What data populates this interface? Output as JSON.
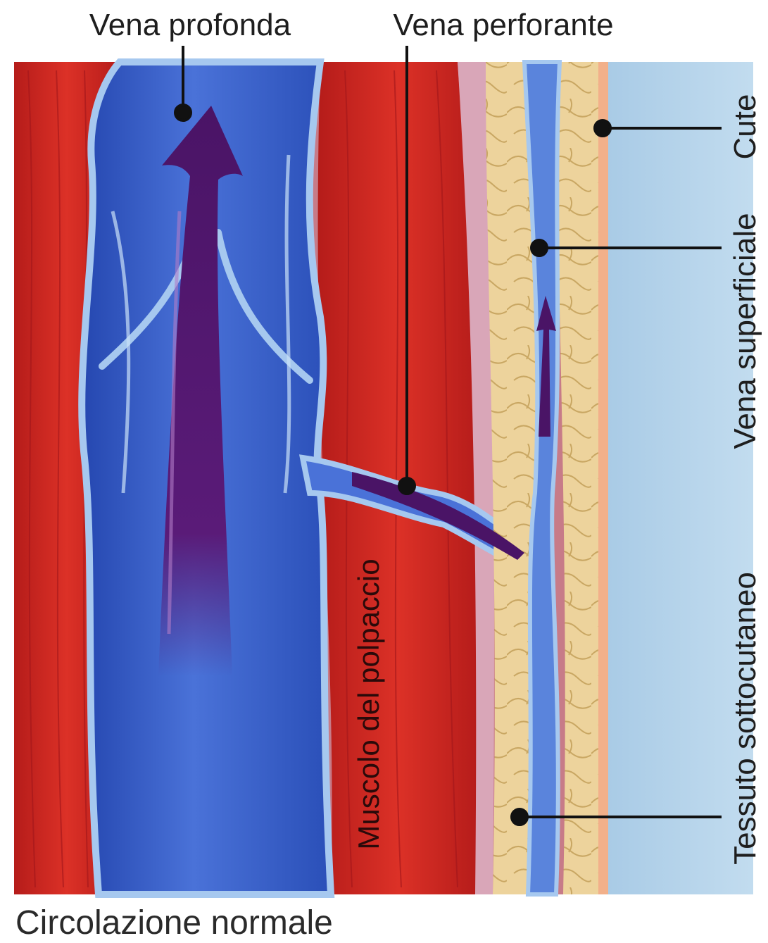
{
  "labels": {
    "deep_vein": "Vena profonda",
    "perforating_vein": "Vena perforante",
    "skin": "Cute",
    "superficial_vein": "Vena superficiale",
    "subcutaneous_tissue": "Tessuto sottocutaneo",
    "calf_muscle": "Muscolo del polpaccio"
  },
  "caption": "Circolazione normale",
  "colors": {
    "muscle": "#d42a23",
    "deep_vein": "#3a5fc9",
    "vein_wall": "#9ec3ec",
    "blood_flow": "#4a1a6e",
    "fat": "#e8c98e",
    "skin": "#b9d6ec",
    "skin_edge": "#f2b08a"
  }
}
